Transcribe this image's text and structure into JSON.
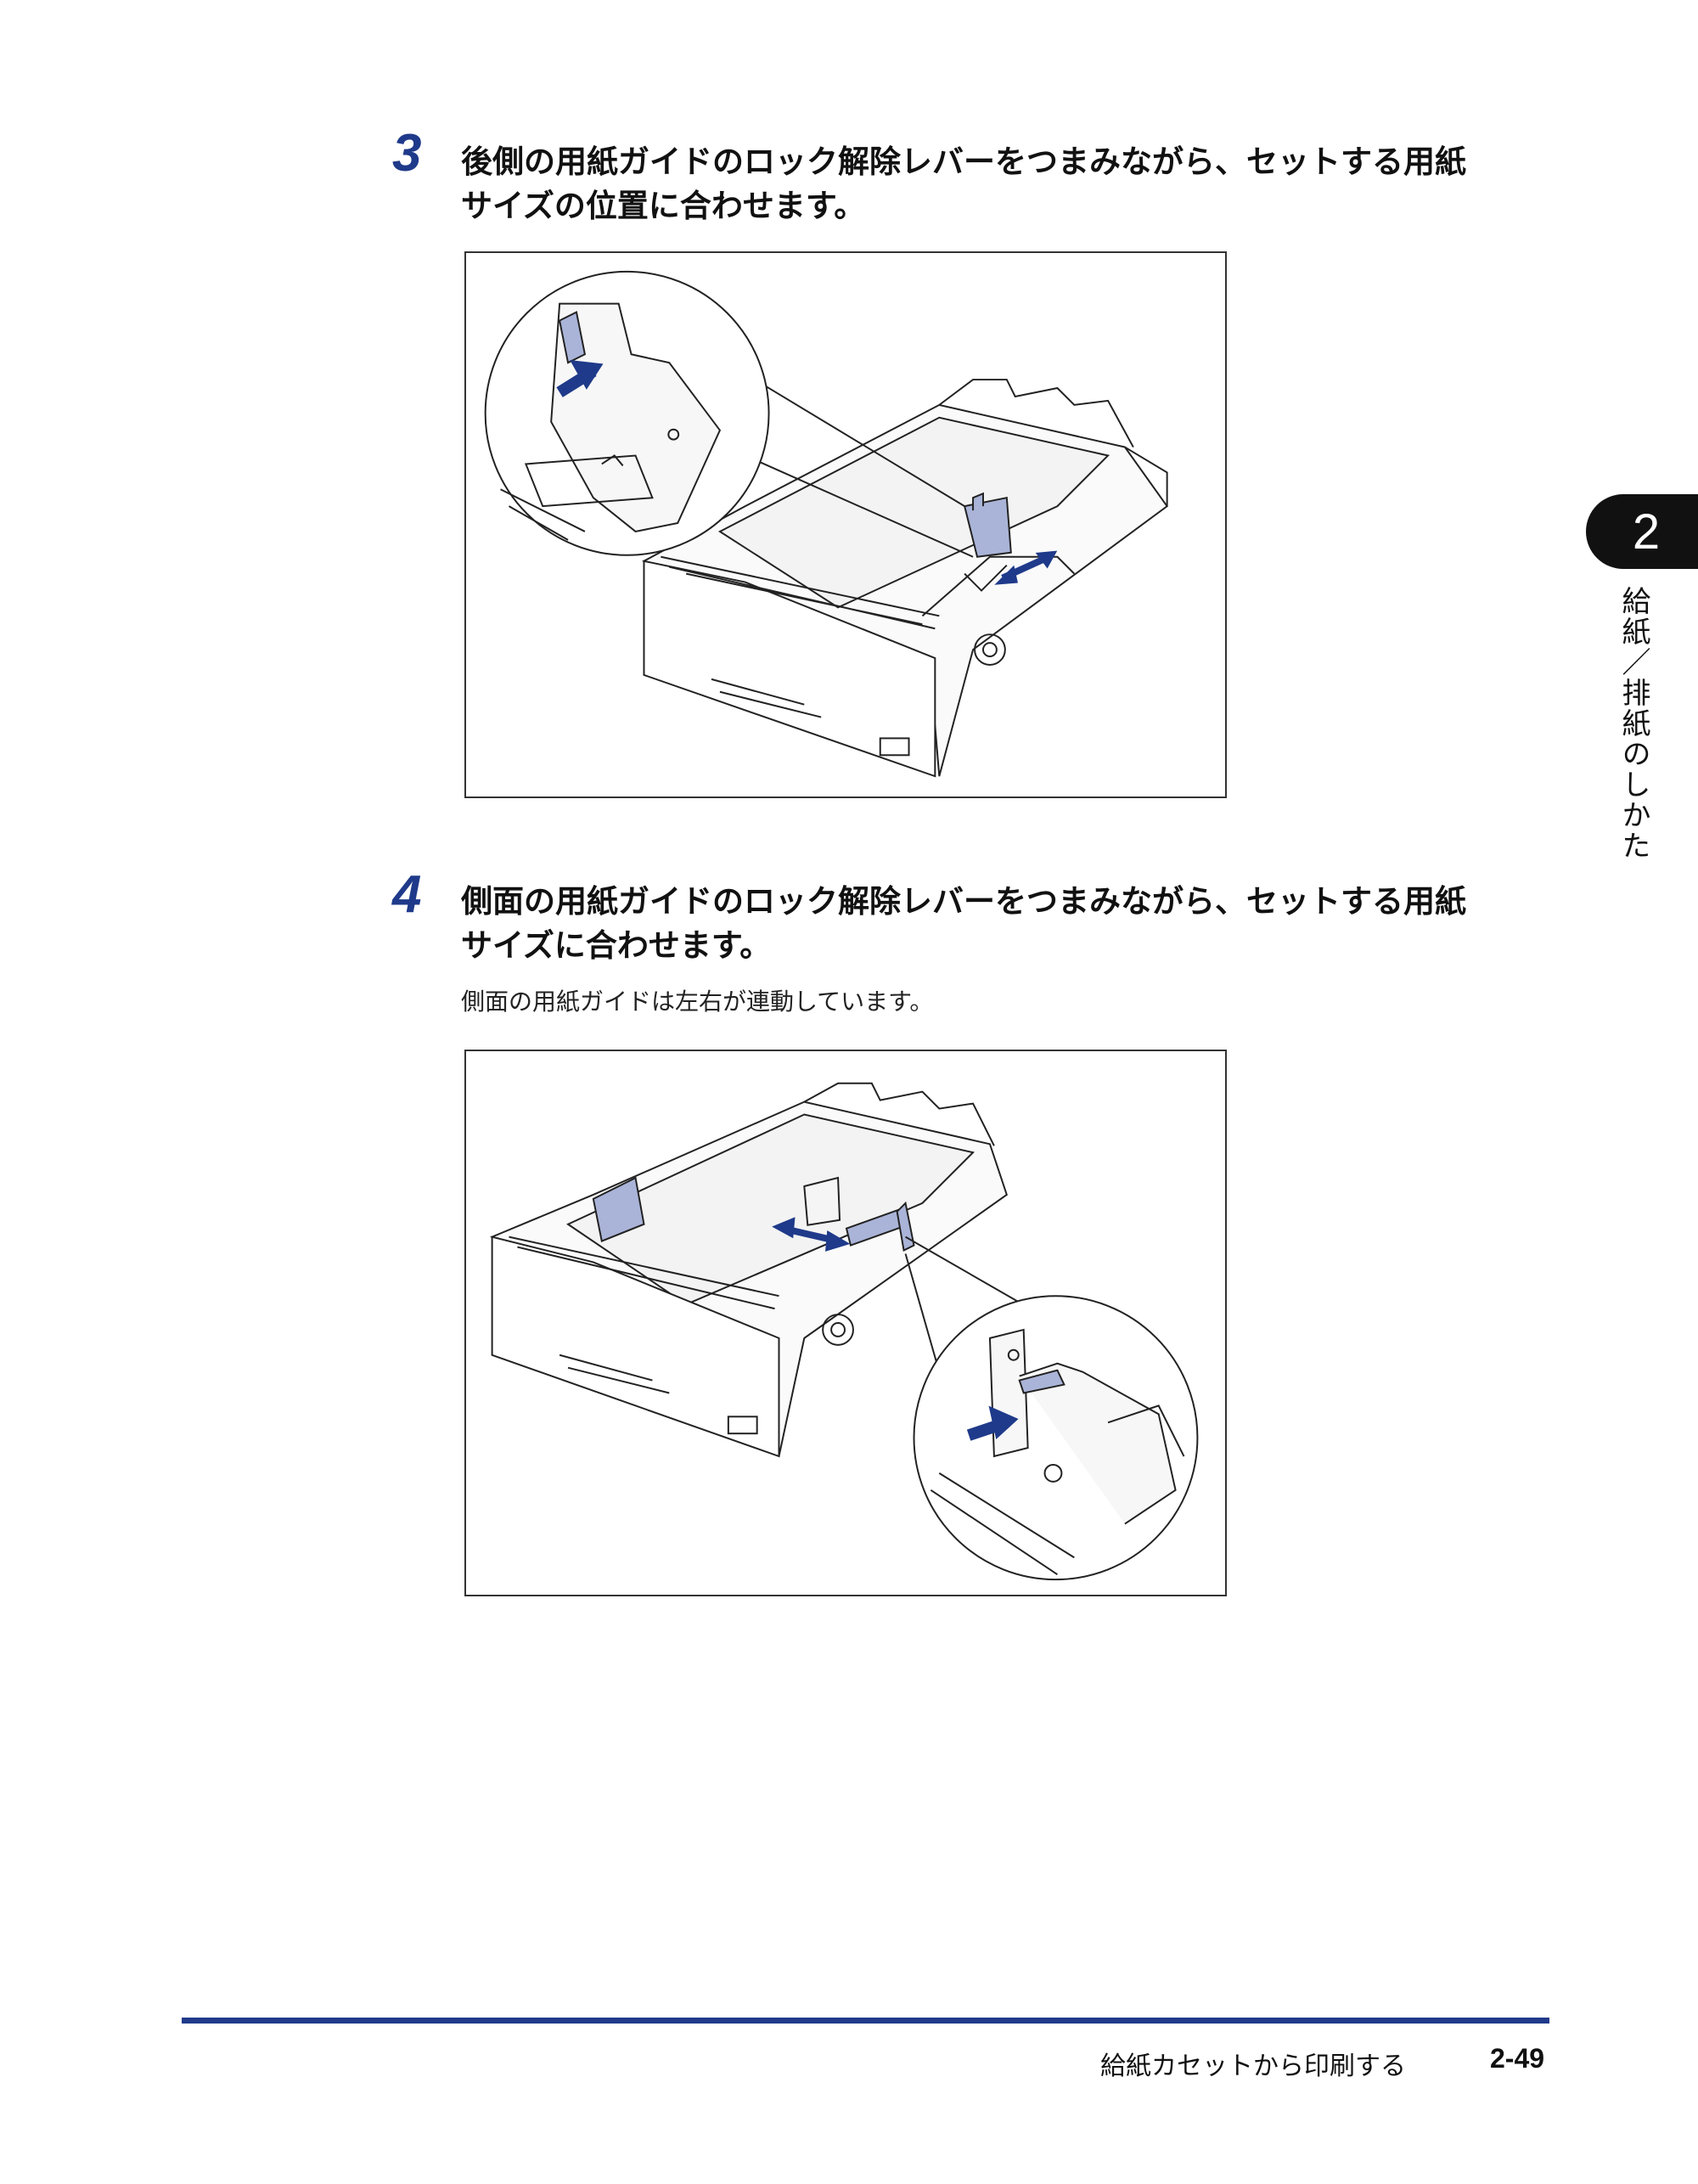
{
  "steps": [
    {
      "number": "3",
      "text_line1": "後側の用紙ガイドのロック解除レバーをつまみながら、セットする用紙",
      "text_line2": "サイズの位置に合わせます。"
    },
    {
      "number": "4",
      "text_line1": "側面の用紙ガイドのロック解除レバーをつまみながら、セットする用紙",
      "text_line2": "サイズに合わせます。",
      "note": "側面の用紙ガイドは左右が連動しています。"
    }
  ],
  "chapter": {
    "number": "2",
    "title": "給紙／排紙のしかた"
  },
  "footer": {
    "section_title": "給紙カセットから印刷する",
    "page_number": "2-49"
  },
  "colors": {
    "accent": "#1f3a8a",
    "highlight": "#aab4d8"
  }
}
